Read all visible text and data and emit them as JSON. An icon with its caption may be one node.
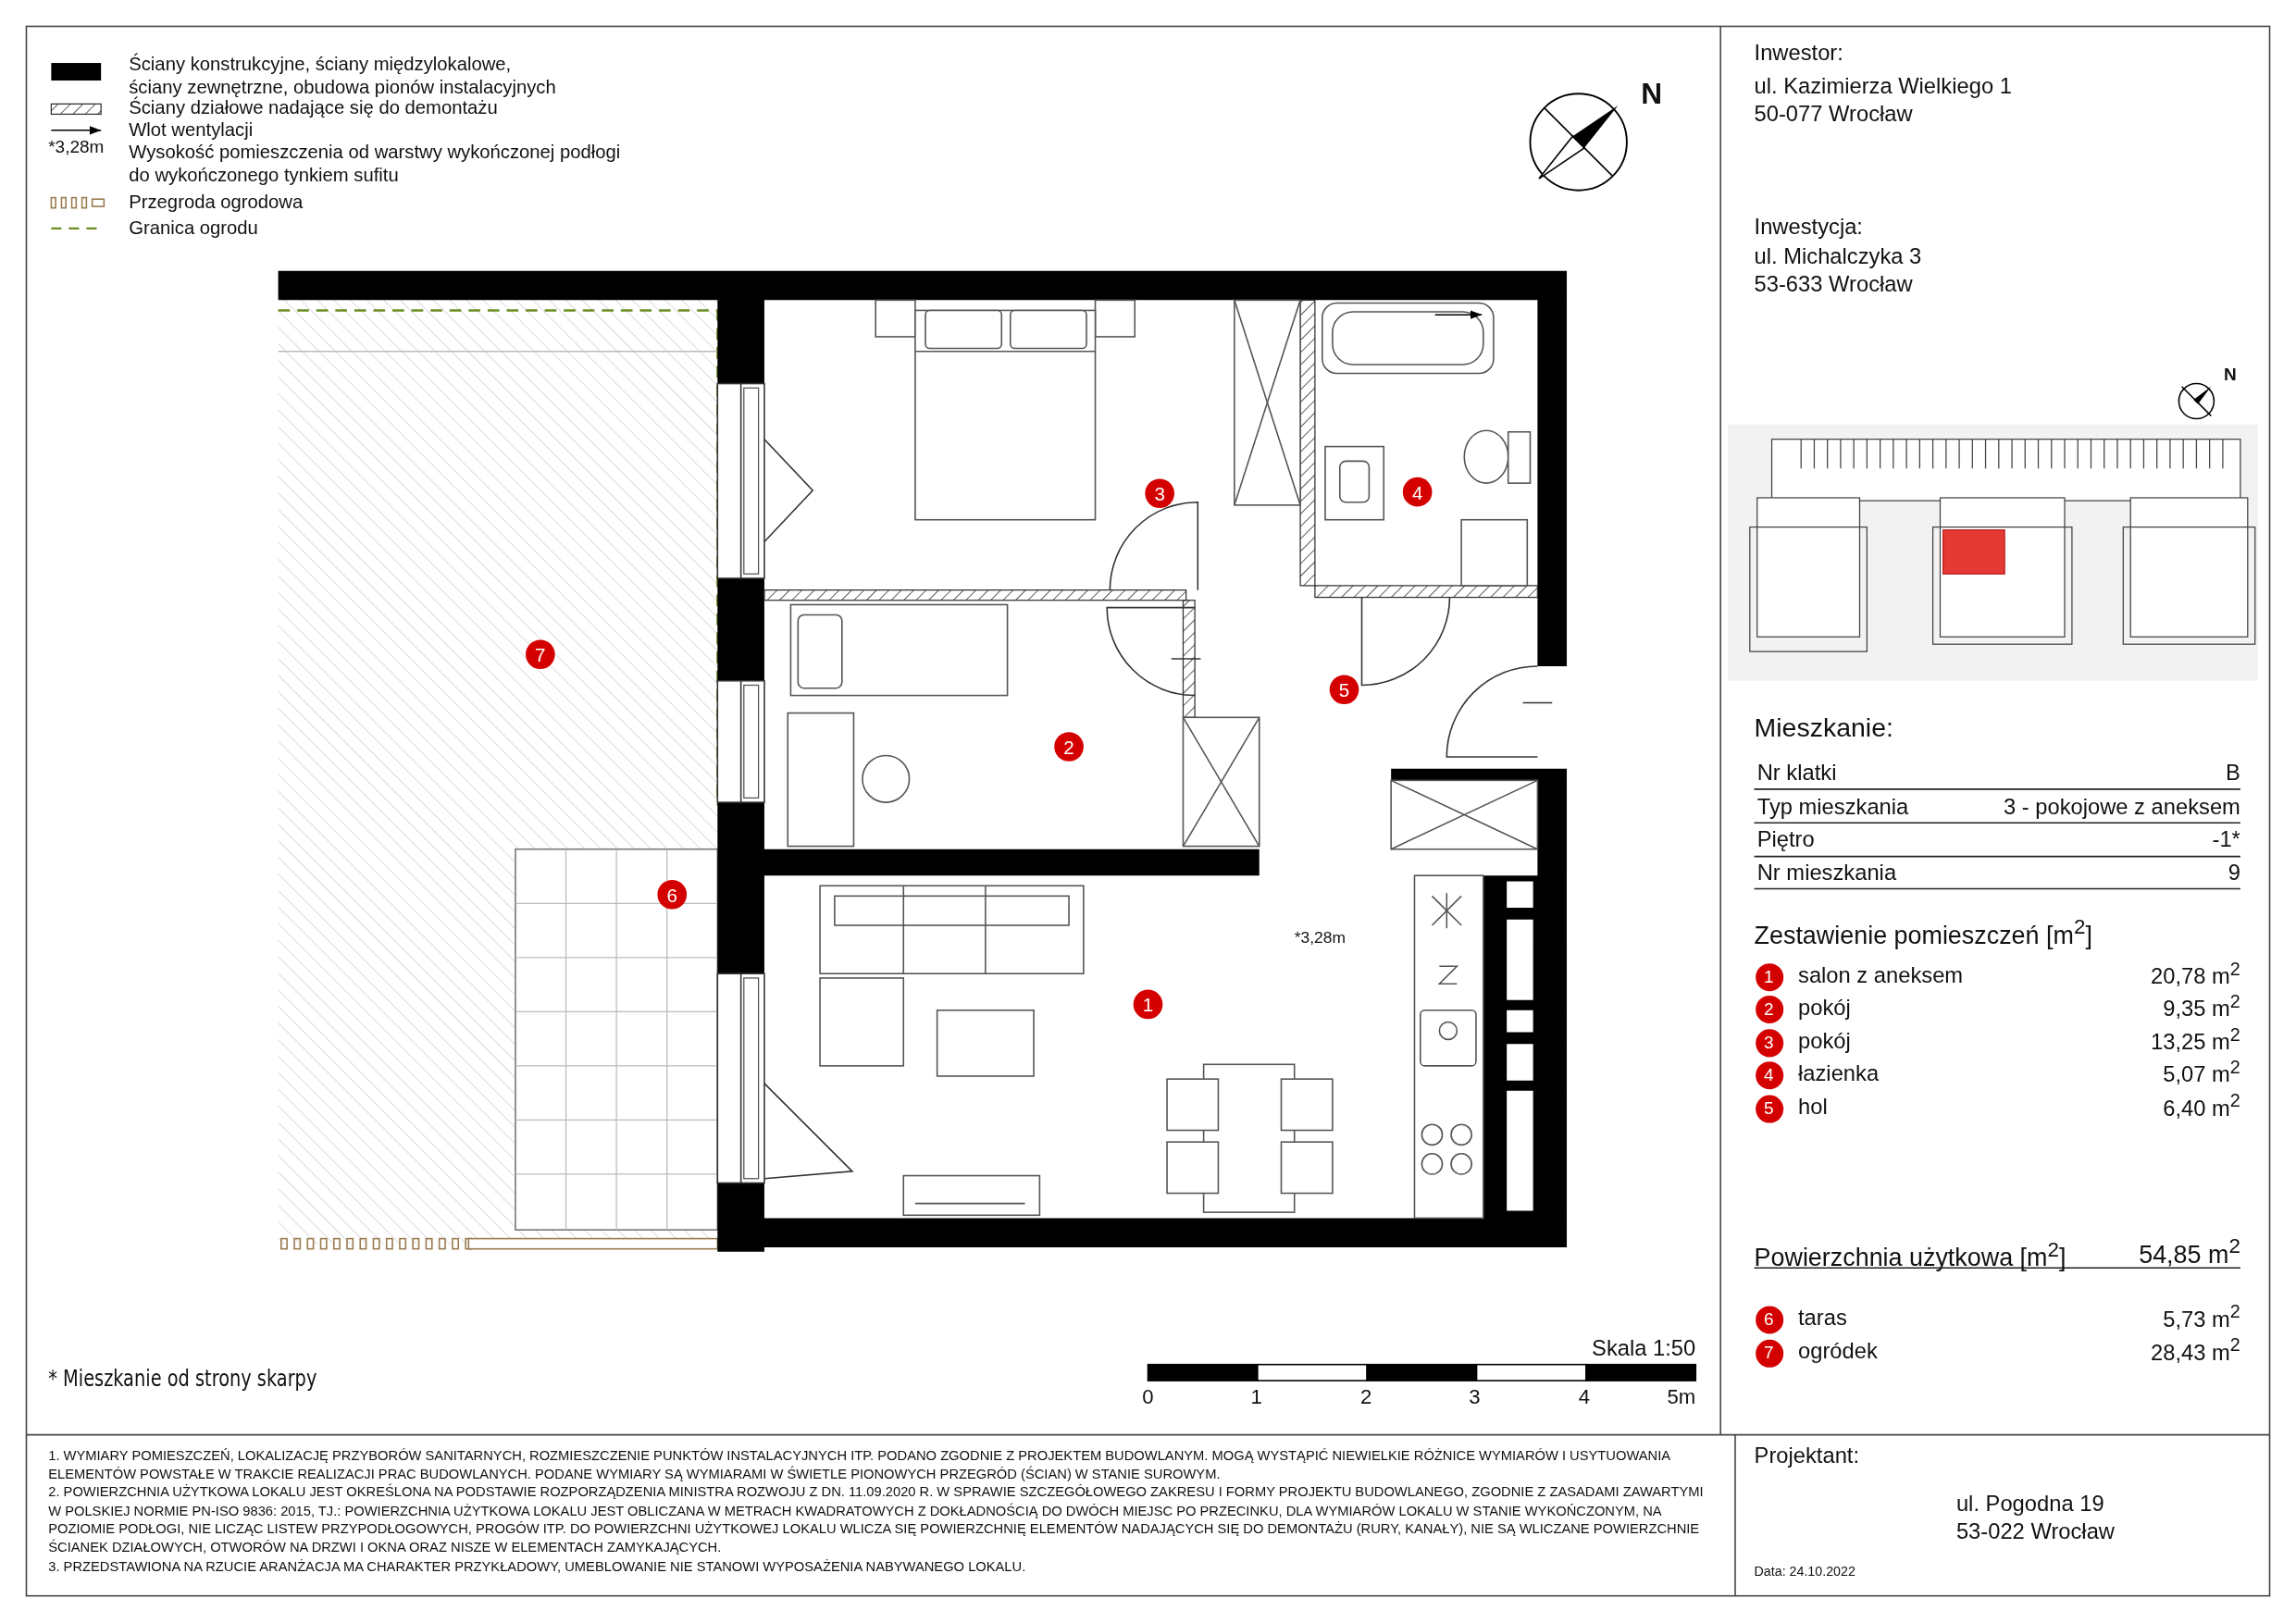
{
  "diagram": {
    "labels": [
      "*3,28m",
      "N",
      "Inwestor:",
      "ul. Kazimierza Wielkiego 1",
      "50-077 Wrocław",
      "Inwestycja:",
      "ul. Michalczyka 3",
      "53-633 Wrocław",
      "N",
      "3",
      "4",
      "7",
      "5",
      "2",
      "6",
      "*3,28m",
      "1",
      "Mieszkanie:",
      "Nr klatki",
      "B",
      "Typ mieszkania",
      "3 - pokojowe z aneksem",
      "Piętro",
      "-1*",
      "Nr mieszkania",
      "9",
      "Zestawienie pomieszczeń [m$^{2}$]",
      "1",
      "salon z aneksem",
      "20,78 m$^{2}$",
      "2",
      "pokój",
      "9,35 m$^{2}$",
      "3",
      "pokój",
      "13,25 m$^{2}$",
      "4",
      "łazienka",
      "5,07 m$^{2}$",
      "5",
      "hol",
      "6,40 m$^{2}$",
      "Powierzchnia użytkowa [m$^{2}$]",
      "54,85 m$^{2}$",
      "6",
      "taras",
      "5,73 m$^{2}$",
      "7",
      "ogródek",
      "28,43 m$^{2}$",
      "Skala 1:50",
      "0",
      "1",
      "2",
      "3",
      "4",
      "5m",
      "* Mieszkanie od strony skarpy",
      "1. WYMIARY POMIESZCZEŃ, LOKALIZACJĘ PRZYBORÓW SANITARNYCH, ROZMIESZCZENIE PUNKTÓW INSTALACYJNYCH ITP. PODANO ZGODNIE Z PROJEKTEM BUDOWLANYM. MOGĄ WYSTĄPIĆ NIEWIELKIE RÓŻNICE WYMIARÓW I USYTUOWANIA ELEMENTÓW POWSTAŁE W TRAKCIE REALIZACJI PRAC BUDOWLANYCH. PODANE WYMIARY SĄ WYMIARAMI W ŚWIETLE PIONOWYCH PRZEGRÓD (ŚCIAN) W STANIE SUROWYM.",
      "2. POWIERZCHNIA UŻYTKOWA LOKALU JEST OKREŚLONA NA PODSTAWIE ROZPORZĄDZENIA MINISTRA ROZWOJU Z DN. 11.09.2020 R. W SPRAWIE SZCZEGÓŁOWEGO ZAKRESU I FORMY PROJEKTU BUDOWLANEGO, ZGODNIE Z ZASADAMI ZAWARTYMI W POLSKIEJ NORMIE PN-ISO 9836: 2015, TJ.: POWIERZCHNIA UŻYTKOWA LOKALU JEST OBLICZANA W METRACH KWADRATOWYCH Z DOKŁADNOŚCIĄ DO DWÓCH MIEJSC PO PRZECINKU, DLA WYMIARÓW LOKALU W STANIE WYKOŃCZONYM, NA POZIOMIE PODŁOGI, NIE LICZĄC LISTEW PRZYPODŁOGOWYCH, PROGÓW ITP. DO POWIERZCHNI UŻYTKOWEJ LOKALU WLICZA SIĘ POWIERZCHNIĘ ELEMENTÓW NADAJĄCYCH SIĘ DO DEMONTAŻU (RURY, KANAŁY), NIE SĄ WLICZANE POWIERZCHNIE ŚCIANEK DZIAŁOWYCH, OTWORÓW NA DRZWI I OKNA ORAZ NISZE W ELEMENTACH ZAMYKAJĄCYCH.",
      "3. PRZEDSTAWIONA NA RZUCIE ARANŻACJA MA CHARAKTER PRZYKŁADOWY, UMEBLOWANIE NIE STANOWI WYPOSAŻENIA NABYWANEGO LOKALU.",
      "Projektant:",
      "ul. Pogodna 19",
      "53-022 Wrocław",
      "Data: 24.10.2022"
    ],
    "legend": [
      {
        "text": "Ściany konstrukcyjne, ściany międzylokalowe, ściany zewnętrzne, obudowa pionów instalacyjnych",
        "color": "#000000"
      },
      {
        "text": "Ściany działowe nadające się do demontażu"
      },
      {
        "text": "Wlot wentylacji"
      },
      {
        "text": "Wysokość pomieszczenia od warstwy wykończonej podłogi do wykończonego tynkiem sufitu"
      },
      {
        "text": "Przegroda ogrodowa"
      },
      {
        "text": "Granica ogrodu"
      }
    ]
  }
}
